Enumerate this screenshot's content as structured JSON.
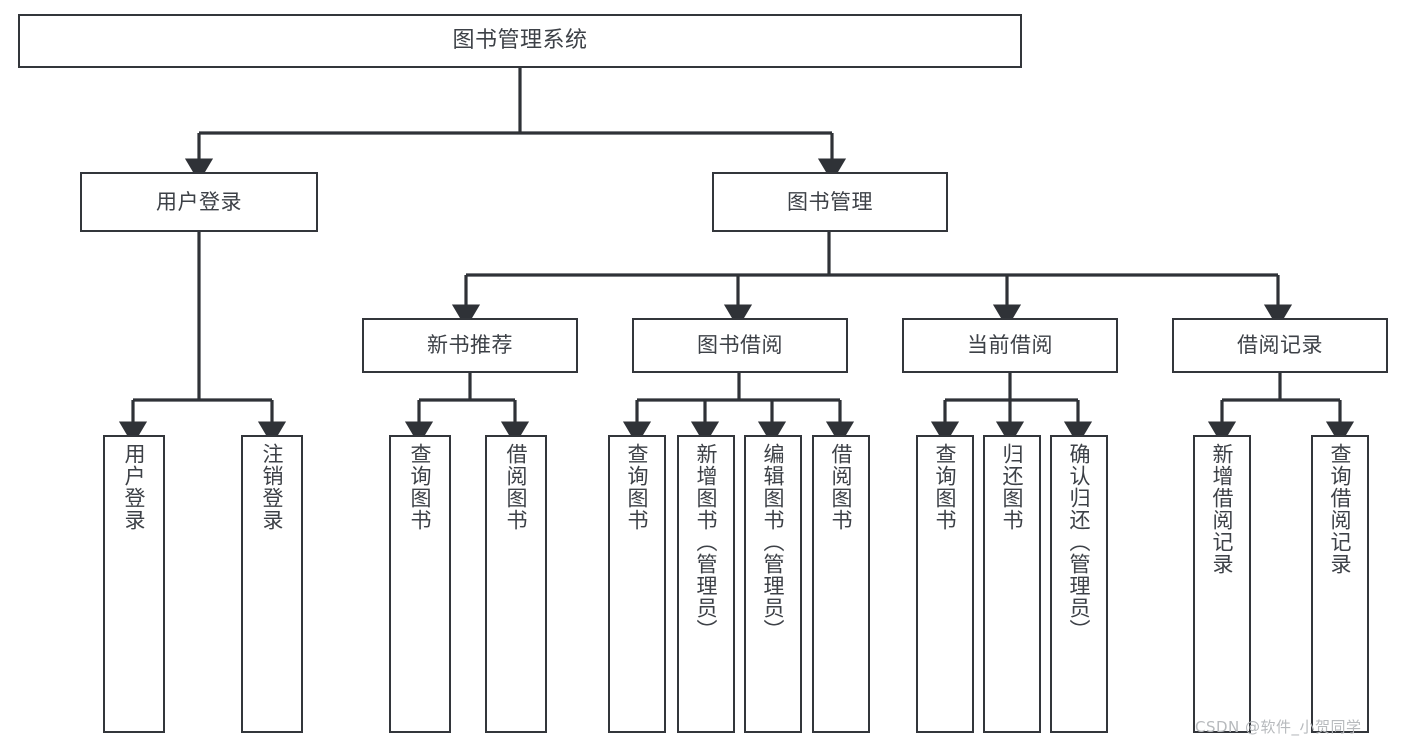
{
  "diagram": {
    "title": "图书管理系统",
    "type": "tree",
    "watermark": "CSDN @软件_小贺同学",
    "colors": {
      "box_border": "#33363b",
      "box_fill": "#ffffff",
      "edge": "#2f3237",
      "text": "#3d4147",
      "watermark": "#b7babd",
      "background": "#ffffff"
    },
    "nodes": {
      "root": {
        "label": "图书管理系统"
      },
      "level1": [
        {
          "id": "user-login",
          "label": "用户登录"
        },
        {
          "id": "book-manage",
          "label": "图书管理"
        }
      ],
      "level2": [
        {
          "id": "new-book-recommend",
          "label": "新书推荐"
        },
        {
          "id": "book-borrow",
          "label": "图书借阅"
        },
        {
          "id": "current-borrow",
          "label": "当前借阅"
        },
        {
          "id": "borrow-record",
          "label": "借阅记录"
        }
      ],
      "leaves": {
        "user-login": [
          {
            "id": "leaf-user-login",
            "label": "用户登录"
          },
          {
            "id": "leaf-logout-login",
            "label": "注销登录"
          }
        ],
        "new-book-recommend": [
          {
            "id": "leaf-query-book-1",
            "label": "查询图书"
          },
          {
            "id": "leaf-borrow-book-1",
            "label": "借阅图书"
          }
        ],
        "book-borrow": [
          {
            "id": "leaf-query-book-2",
            "label": "查询图书"
          },
          {
            "id": "leaf-add-book",
            "label": "新增图书（管理员）"
          },
          {
            "id": "leaf-edit-book",
            "label": "编辑图书（管理员）"
          },
          {
            "id": "leaf-borrow-book-2",
            "label": "借阅图书"
          }
        ],
        "current-borrow": [
          {
            "id": "leaf-query-book-3",
            "label": "查询图书"
          },
          {
            "id": "leaf-return-book",
            "label": "归还图书"
          },
          {
            "id": "leaf-confirm-return",
            "label": "确认归还（管理员）"
          }
        ],
        "borrow-record": [
          {
            "id": "leaf-add-record",
            "label": "新增借阅记录"
          },
          {
            "id": "leaf-query-record",
            "label": "查询借阅记录"
          }
        ]
      }
    }
  }
}
